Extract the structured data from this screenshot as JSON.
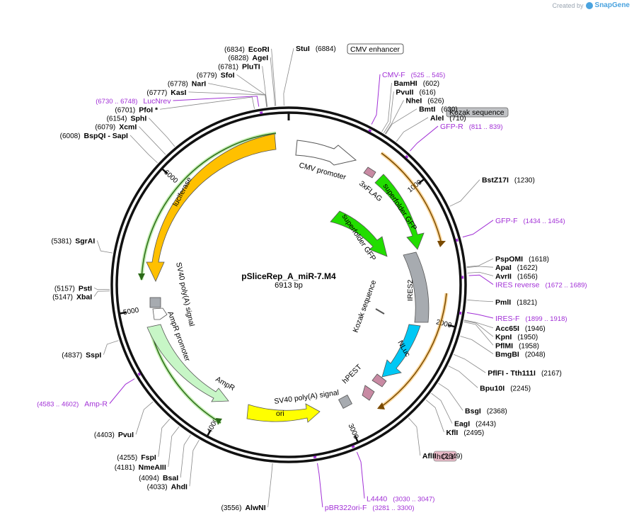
{
  "credit": {
    "prefix": "Created by",
    "brand": "SnapGene"
  },
  "plasmid": {
    "name": "pSliceRep_A_miR-7.M4",
    "length_label": "6913 bp",
    "length_bp": 6913
  },
  "ticks": [
    {
      "bp": 1000,
      "label": "1000"
    },
    {
      "bp": 2000,
      "label": "2000"
    },
    {
      "bp": 3000,
      "label": "3000"
    },
    {
      "bp": 4000,
      "label": "4000"
    },
    {
      "bp": 5000,
      "label": "5000"
    },
    {
      "bp": 6000,
      "label": "6000"
    }
  ],
  "sites": [
    {
      "name": "EcoRI",
      "pos": "(6834)",
      "bp": 6834,
      "side": "left"
    },
    {
      "name": "AgeI",
      "pos": "(6828)",
      "bp": 6828,
      "side": "left"
    },
    {
      "name": "PluTI",
      "pos": "(6781)",
      "bp": 6781,
      "side": "left"
    },
    {
      "name": "SfoI",
      "pos": "(6779)",
      "bp": 6779,
      "side": "left"
    },
    {
      "name": "NarI",
      "pos": "(6778)",
      "bp": 6778,
      "side": "left"
    },
    {
      "name": "KasI",
      "pos": "(6777)",
      "bp": 6777,
      "side": "left"
    },
    {
      "name": "PfoI *",
      "pos": "(6701)",
      "bp": 6701,
      "side": "left"
    },
    {
      "name": "SphI",
      "pos": "(6154)",
      "bp": 6154,
      "side": "left"
    },
    {
      "name": "XcmI",
      "pos": "(6079)",
      "bp": 6079,
      "side": "left"
    },
    {
      "name": "BspQI   - SapI",
      "pos": "(6008)",
      "bp": 6008,
      "side": "left"
    },
    {
      "name": "SgrAI",
      "pos": "(5381)",
      "bp": 5381,
      "side": "left"
    },
    {
      "name": "PstI",
      "pos": "(5157)",
      "bp": 5157,
      "side": "left"
    },
    {
      "name": "XbaI",
      "pos": "(5147)",
      "bp": 5147,
      "side": "left"
    },
    {
      "name": "SspI",
      "pos": "(4837)",
      "bp": 4837,
      "side": "left"
    },
    {
      "name": "PvuI",
      "pos": "(4403)",
      "bp": 4403,
      "side": "left"
    },
    {
      "name": "FspI",
      "pos": "(4255)",
      "bp": 4255,
      "side": "left"
    },
    {
      "name": "NmeAIII",
      "pos": "(4181)",
      "bp": 4181,
      "side": "left"
    },
    {
      "name": "BsaI",
      "pos": "(4094)",
      "bp": 4094,
      "side": "left"
    },
    {
      "name": "AhdI",
      "pos": "(4033)",
      "bp": 4033,
      "side": "left"
    },
    {
      "name": "AlwNI",
      "pos": "(3556)",
      "bp": 3556,
      "side": "left"
    },
    {
      "name": "StuI",
      "pos": "(6884)",
      "bp": 6884,
      "side": "right"
    },
    {
      "name": "BamHI",
      "pos": "(602)",
      "bp": 602,
      "side": "right"
    },
    {
      "name": "PvuII",
      "pos": "(616)",
      "bp": 616,
      "side": "right"
    },
    {
      "name": "NheI",
      "pos": "(626)",
      "bp": 626,
      "side": "right"
    },
    {
      "name": "BmtI",
      "pos": "(630)",
      "bp": 630,
      "side": "right"
    },
    {
      "name": "AleI",
      "pos": "(710)",
      "bp": 710,
      "side": "right"
    },
    {
      "name": "BstZ17I",
      "pos": "(1230)",
      "bp": 1230,
      "side": "right"
    },
    {
      "name": "PspOMI",
      "pos": "(1618)",
      "bp": 1618,
      "side": "right"
    },
    {
      "name": "ApaI",
      "pos": "(1622)",
      "bp": 1622,
      "side": "right"
    },
    {
      "name": "AvrII",
      "pos": "(1656)",
      "bp": 1656,
      "side": "right"
    },
    {
      "name": "PmlI",
      "pos": "(1821)",
      "bp": 1821,
      "side": "right"
    },
    {
      "name": "Acc65I",
      "pos": "(1946)",
      "bp": 1946,
      "side": "right"
    },
    {
      "name": "KpnI",
      "pos": "(1950)",
      "bp": 1950,
      "side": "right"
    },
    {
      "name": "PflMI",
      "pos": "(1958)",
      "bp": 1958,
      "side": "right"
    },
    {
      "name": "BmgBI",
      "pos": "(2048)",
      "bp": 2048,
      "side": "right"
    },
    {
      "name": "PflFI   - Tth111I",
      "pos": "(2167)",
      "bp": 2167,
      "side": "right"
    },
    {
      "name": "Bpu10I",
      "pos": "(2245)",
      "bp": 2245,
      "side": "right"
    },
    {
      "name": "BsgI",
      "pos": "(2368)",
      "bp": 2368,
      "side": "right"
    },
    {
      "name": "EagI",
      "pos": "(2443)",
      "bp": 2443,
      "side": "right"
    },
    {
      "name": "KflI",
      "pos": "(2495)",
      "bp": 2495,
      "side": "right"
    },
    {
      "name": "AflII",
      "pos": "(2649)",
      "bp": 2649,
      "side": "right"
    }
  ],
  "primers": [
    {
      "name": "LucNrev",
      "range": "(6730 .. 6748)",
      "start": 6730,
      "side": "left"
    },
    {
      "name": "Amp-R",
      "range": "(4583 .. 4602)",
      "start": 4583,
      "side": "left"
    },
    {
      "name": "CMV-F",
      "range": "(525 .. 545)",
      "start": 525,
      "side": "right"
    },
    {
      "name": "GFP-R",
      "range": "(811 .. 839)",
      "start": 811,
      "side": "right"
    },
    {
      "name": "GFP-F",
      "range": "(1434 .. 1454)",
      "start": 1434,
      "side": "right"
    },
    {
      "name": "IRES reverse",
      "range": "(1672 .. 1689)",
      "start": 1672,
      "side": "right"
    },
    {
      "name": "IRES-F",
      "range": "(1899 .. 1918)",
      "start": 1899,
      "side": "right"
    },
    {
      "name": "L4440",
      "range": "(3030 .. 3047)",
      "start": 3030,
      "side": "right"
    },
    {
      "name": "pBR322ori-F",
      "range": "(3281 .. 3300)",
      "start": 3281,
      "side": "right"
    }
  ],
  "callouts": [
    {
      "name": "CMV enhancer",
      "boxed": "outline"
    },
    {
      "name": "Kozak sequence",
      "boxed": "gray"
    },
    {
      "name": "hCL1",
      "boxed": "pink"
    }
  ],
  "features": [
    {
      "name": "CMV promoter"
    },
    {
      "name": "3xFLAG"
    },
    {
      "name": "superfolder GFP"
    },
    {
      "name": "superfolder GFP"
    },
    {
      "name": "IRES2"
    },
    {
      "name": "Kozak sequence"
    },
    {
      "name": "NLuc"
    },
    {
      "name": "hPEST"
    },
    {
      "name": "SV40 poly(A) signal"
    },
    {
      "name": "ori"
    },
    {
      "name": "AmpR"
    },
    {
      "name": "AmpR promoter"
    },
    {
      "name": "SV40 poly(A) signal"
    },
    {
      "name": "luciferase"
    }
  ],
  "colors": {
    "backbone": "#000000",
    "primer": "#a12fd6",
    "cmv_promoter": "#ffffff",
    "sfgfp": "#22dd00",
    "ires": "#a7abb0",
    "nluc": "#00c8f5",
    "hpest": "#c88aa3",
    "ori": "#ffff00",
    "ampr": "#c7f6c6",
    "luciferase": "#ffc000",
    "orf_orange": "#f5a623",
    "orf_green": "#2b7a1e"
  }
}
